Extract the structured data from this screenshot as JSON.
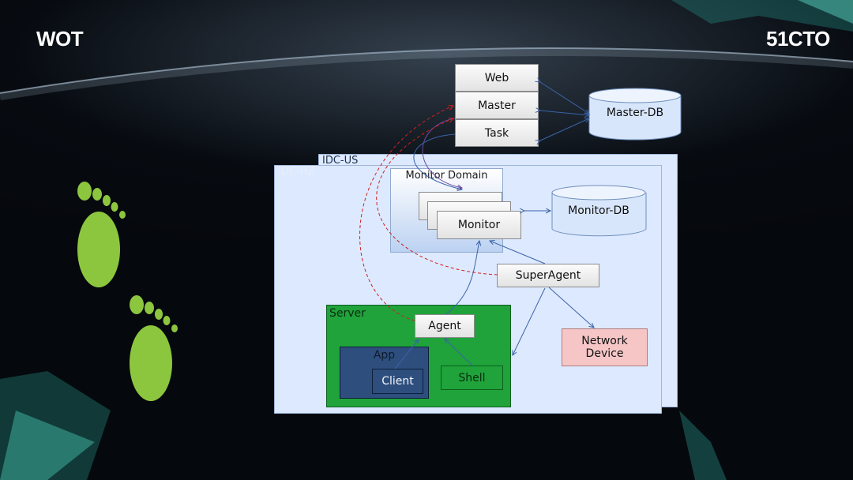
{
  "brand": {
    "left_logo": "WOT",
    "right_logo": "51CTO"
  },
  "diagram": {
    "web": "Web",
    "master": "Master",
    "task": "Task",
    "master_db": "Master-DB",
    "idc_us": "IDC-US",
    "idc_hz": "IDC-HZ",
    "monitor_domain": "Monitor Domain",
    "monitor": "Monitor",
    "monitor_db": "Monitor-DB",
    "superagent": "SuperAgent",
    "server": "Server",
    "agent": "Agent",
    "app": "App",
    "client": "Client",
    "shell": "Shell",
    "network_device_line1": "Network",
    "network_device_line2": "Device"
  },
  "colors": {
    "footprint": "#8cc63f",
    "server_green": "#1fa33a",
    "app_blue": "#2e4f7e",
    "network_pink": "#f6c6c6",
    "region_blue": "#dde9ff",
    "red_dashed": "#d02020"
  }
}
